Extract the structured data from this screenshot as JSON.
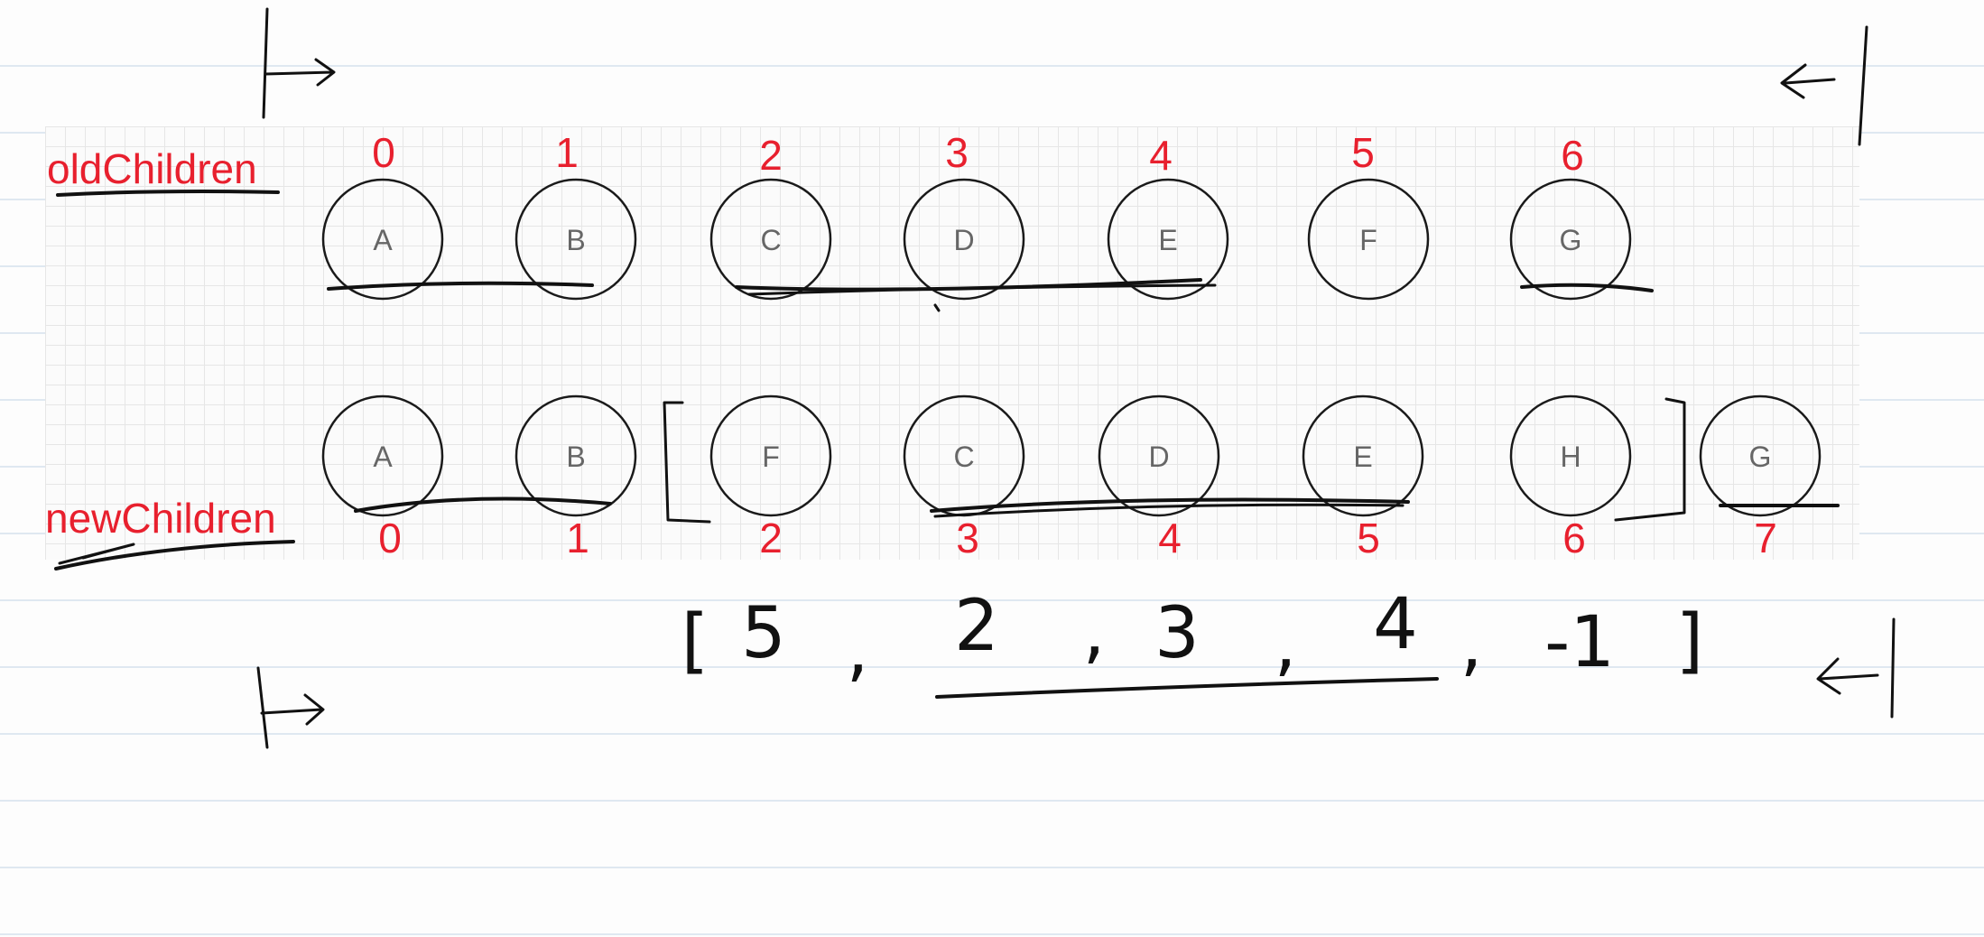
{
  "labels": {
    "old": "oldChildren",
    "new": "newChildren"
  },
  "old_children": {
    "indices": [
      "0",
      "1",
      "2",
      "3",
      "4",
      "5",
      "6"
    ],
    "nodes": [
      "A",
      "B",
      "C",
      "D",
      "E",
      "F",
      "G"
    ]
  },
  "new_children": {
    "indices": [
      "0",
      "1",
      "2",
      "3",
      "4",
      "5",
      "6",
      "7"
    ],
    "nodes": [
      "A",
      "B",
      "F",
      "C",
      "D",
      "E",
      "H",
      "G"
    ]
  },
  "handwritten_array": {
    "open": "[",
    "close": "]",
    "separator": ",",
    "values": [
      "5",
      "2",
      "3",
      "4",
      "-1"
    ]
  },
  "colors": {
    "label_red": "#e8202e",
    "ink": "#111111",
    "node_letter": "#666666"
  }
}
